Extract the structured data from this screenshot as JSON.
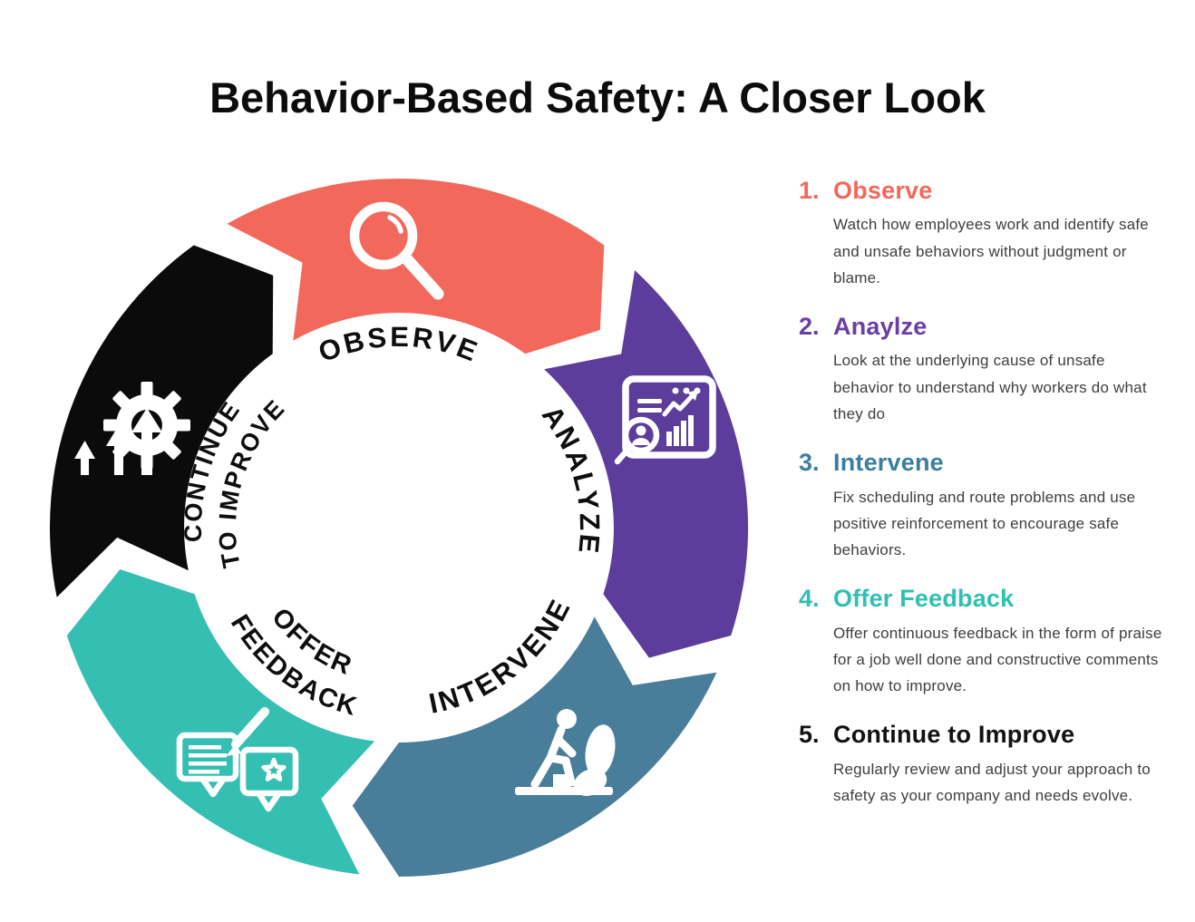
{
  "title": "Behavior-Based Safety: A Closer Look",
  "cycle": {
    "segments": [
      {
        "id": "observe",
        "label": "OBSERVE",
        "color": "#F2695C",
        "icon": "magnifier-icon"
      },
      {
        "id": "analyze",
        "label": "ANALYZE",
        "color": "#5C3D9B",
        "icon": "analytics-window-icon"
      },
      {
        "id": "intervene",
        "label": "INTERVENE",
        "color": "#497E9A",
        "icon": "worker-hazard-icon"
      },
      {
        "id": "offer-feedback",
        "label_line1": "OFFER",
        "label_line2": "FEEDBACK",
        "color": "#35BFB3",
        "icon": "feedback-chat-icon"
      },
      {
        "id": "continue-improve",
        "label_line1": "CONTINUE",
        "label_line2": "TO IMPROVE",
        "color": "#0B0B0B",
        "icon": "gear-growth-icon"
      }
    ]
  },
  "steps": [
    {
      "number": "1.",
      "title": "Observe",
      "color": "#F2695C",
      "description": "Watch how employees work and identify safe and unsafe behaviors without judgment or blame."
    },
    {
      "number": "2.",
      "title": "Anaylze",
      "color": "#6A3FA3",
      "description": "Look at the underlying cause of unsafe behavior to understand why workers do what they do"
    },
    {
      "number": "3.",
      "title": "Intervene",
      "color": "#3A7F9E",
      "description": "Fix scheduling and route problems and use positive reinforcement to encourage safe behaviors."
    },
    {
      "number": "4.",
      "title": "Offer Feedback",
      "color": "#2FC0B2",
      "description": "Offer continuous feedback in the form of praise for a job well done and constructive comments on how to improve."
    },
    {
      "number": "5.",
      "title": "Continue to Improve",
      "color": "#121212",
      "description": "Regularly review and adjust your approach to safety as your company and needs evolve."
    }
  ]
}
